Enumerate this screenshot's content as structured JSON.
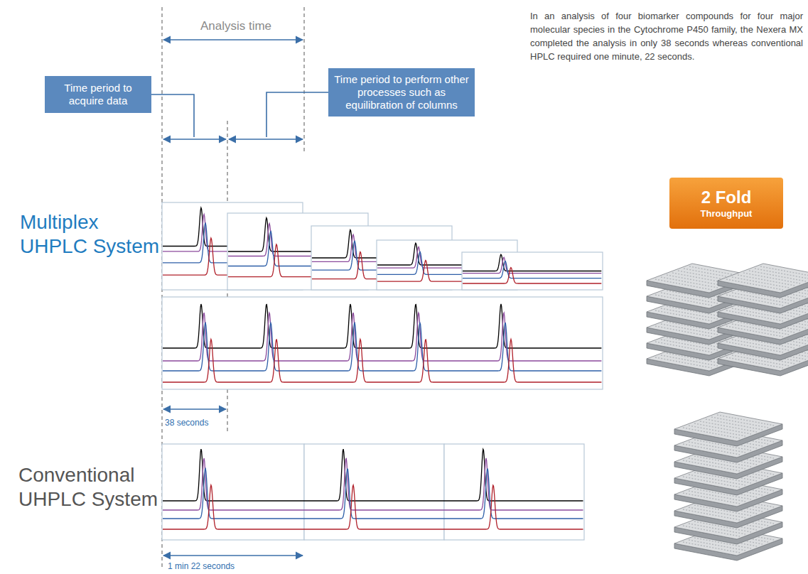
{
  "diagram": {
    "nodes": [
      {
        "text": [
          "Time period to acquire data"
        ]
      },
      {
        "text": [
          "Time period to perform other processes such as equilibration of columns"
        ]
      },
      {
        "text": [
          "2 Fold",
          "Throughput"
        ]
      }
    ],
    "labels": [
      "Analysis time",
      "In an analysis of four biomarker compounds for four major molecular species in the Cytochrome P450 family, the Nexera MX completed the analysis in only 38 seconds whereas conventional HPLC required one minute, 22 seconds.",
      "Multiplex UHPLC System",
      "38 seconds",
      "Conventional UHPLC System",
      "1 min 22 seconds"
    ]
  }
}
